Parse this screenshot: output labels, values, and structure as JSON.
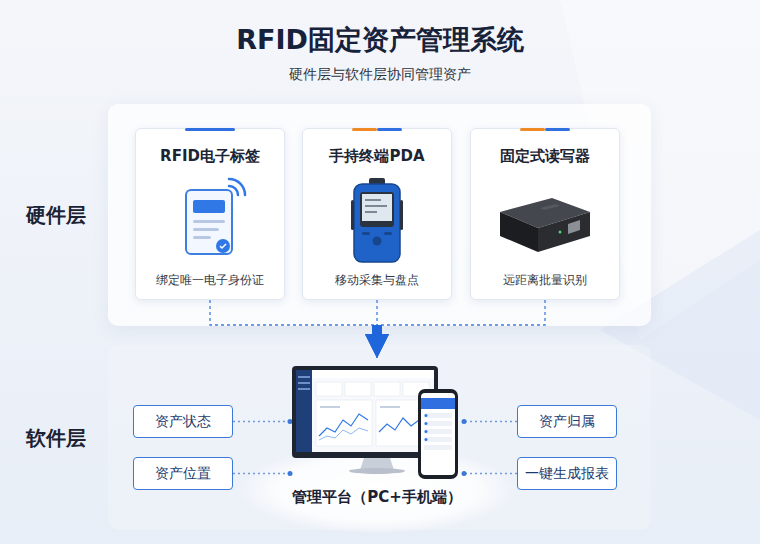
{
  "diagram": {
    "title": "RFID固定资产管理系统",
    "nodes": [
      {
        "text": [
          "硬件层"
        ]
      },
      {
        "text": [
          "RFID电子标签",
          "绑定唯一电子身份证"
        ],
        "in": 0
      },
      {
        "text": [
          "手持终端PDA",
          "移动采集与盘点"
        ],
        "in": 0
      },
      {
        "text": [
          "固定式读写器",
          "远距离批量识别"
        ],
        "in": 0
      },
      {
        "text": [
          "软件层"
        ]
      },
      {
        "text": [
          "资产状态"
        ],
        "in": 4
      },
      {
        "text": [
          "资产位置"
        ],
        "in": 4
      },
      {
        "text": [
          "管理平台（PC+手机端）"
        ],
        "in": 4
      },
      {
        "text": [
          "资产归属"
        ],
        "in": 4
      },
      {
        "text": [
          "一键生成报表"
        ],
        "in": 4
      }
    ],
    "edges": [
      {
        "from": 1,
        "to": 7,
        "arrow": "to"
      },
      {
        "from": 2,
        "to": 7,
        "arrow": "to"
      },
      {
        "from": 3,
        "to": 7,
        "arrow": "to"
      },
      {
        "from": 5,
        "to": 7,
        "arrow": "none"
      },
      {
        "from": 6,
        "to": 7,
        "arrow": "none"
      },
      {
        "from": 8,
        "to": 7,
        "arrow": "none"
      },
      {
        "from": 9,
        "to": 7,
        "arrow": "none"
      }
    ],
    "labels": [
      "硬件层与软件层协同管理资产"
    ]
  }
}
